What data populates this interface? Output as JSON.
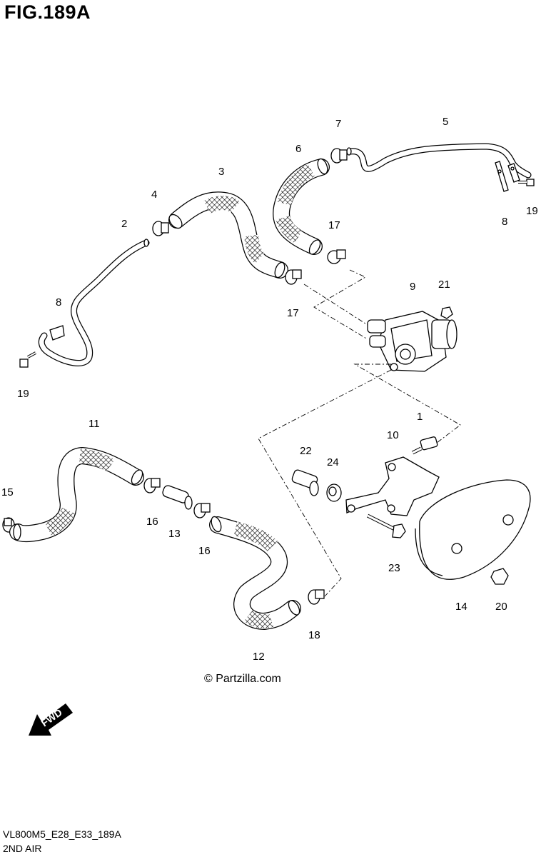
{
  "figure": {
    "title": "FIG.189A",
    "code": "VL800M5_E28_E33_189A",
    "name": "2ND AIR",
    "copyright": "© Partzilla.com",
    "fwd": "FWD"
  },
  "parts": [
    {
      "id": "1",
      "label": "1"
    },
    {
      "id": "2",
      "label": "2"
    },
    {
      "id": "3",
      "label": "3"
    },
    {
      "id": "4",
      "label": "4"
    },
    {
      "id": "5",
      "label": "5"
    },
    {
      "id": "6",
      "label": "6"
    },
    {
      "id": "7",
      "label": "7"
    },
    {
      "id": "8a",
      "label": "8"
    },
    {
      "id": "8b",
      "label": "8"
    },
    {
      "id": "9",
      "label": "9"
    },
    {
      "id": "10",
      "label": "10"
    },
    {
      "id": "11",
      "label": "11"
    },
    {
      "id": "12",
      "label": "12"
    },
    {
      "id": "13",
      "label": "13"
    },
    {
      "id": "14",
      "label": "14"
    },
    {
      "id": "15",
      "label": "15"
    },
    {
      "id": "16a",
      "label": "16"
    },
    {
      "id": "16b",
      "label": "16"
    },
    {
      "id": "17a",
      "label": "17"
    },
    {
      "id": "17b",
      "label": "17"
    },
    {
      "id": "18",
      "label": "18"
    },
    {
      "id": "19a",
      "label": "19"
    },
    {
      "id": "19b",
      "label": "19"
    },
    {
      "id": "20",
      "label": "20"
    },
    {
      "id": "21",
      "label": "21"
    },
    {
      "id": "22",
      "label": "22"
    },
    {
      "id": "23",
      "label": "23"
    },
    {
      "id": "24",
      "label": "24"
    }
  ]
}
